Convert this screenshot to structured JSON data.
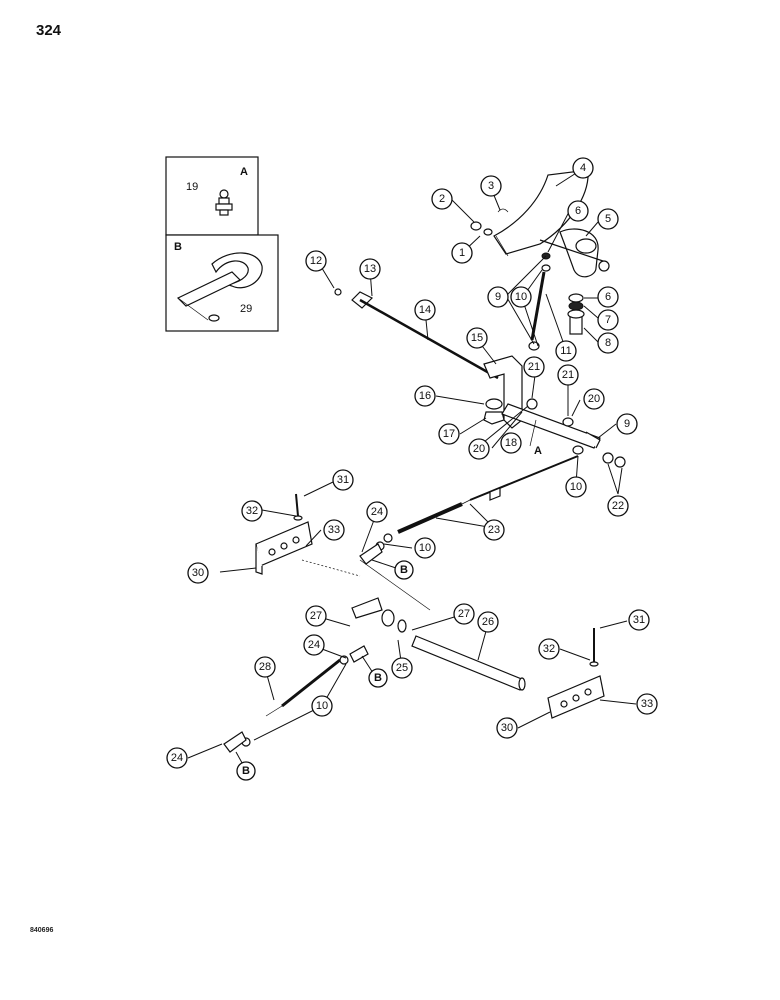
{
  "page": {
    "number": "324",
    "drawing_code": "840696"
  },
  "inset": {
    "panel_a": {
      "letter": "A",
      "part_number": "19"
    },
    "panel_b": {
      "letter": "B",
      "part_number": "29"
    }
  },
  "callouts": [
    "1",
    "2",
    "3",
    "4",
    "5",
    "6",
    "6",
    "7",
    "8",
    "9",
    "10",
    "11",
    "12",
    "13",
    "14",
    "15",
    "16",
    "17",
    "18",
    "20",
    "20",
    "21",
    "21",
    "9",
    "10",
    "22",
    "31",
    "32",
    "33",
    "30",
    "24",
    "10",
    "23",
    "27",
    "27",
    "26",
    "24",
    "25",
    "28",
    "10",
    "24",
    "31",
    "32",
    "30",
    "33"
  ],
  "reference_letters": [
    "A",
    "B",
    "B",
    "B"
  ]
}
